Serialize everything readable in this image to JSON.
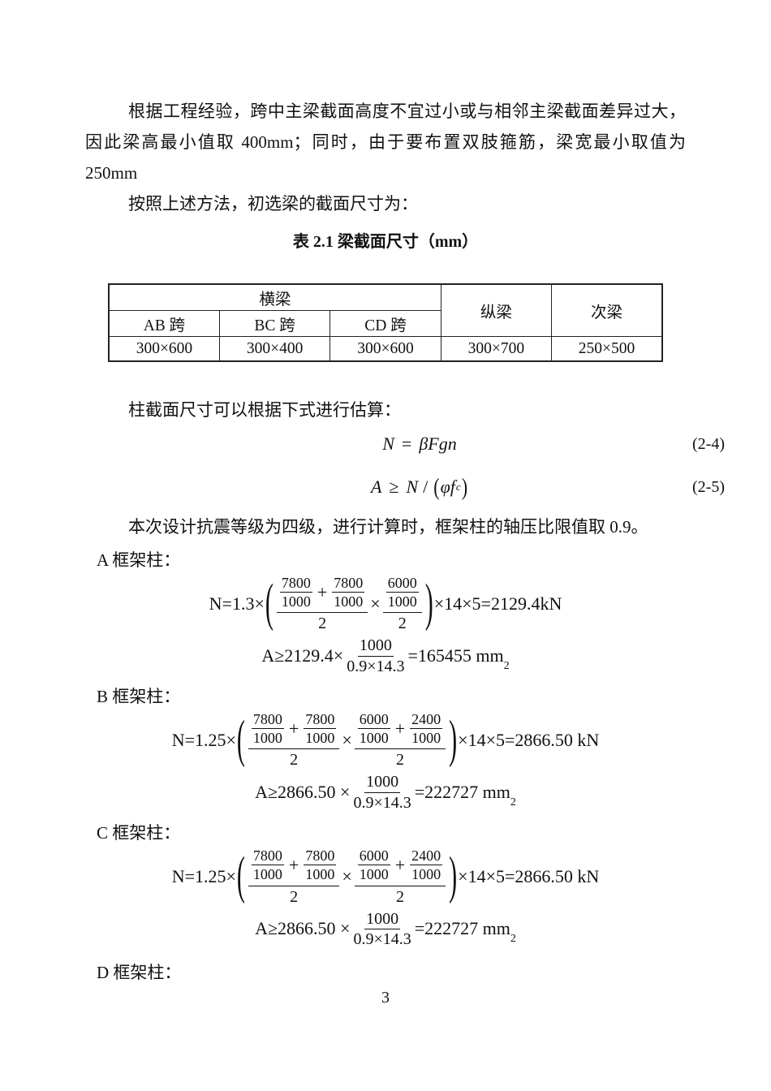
{
  "page": {
    "number": "3"
  },
  "symbols": {
    "lparen": "(",
    "rparen": ")"
  },
  "paragraphs": {
    "p1": "根据工程经验，跨中主梁截面高度不宜过小或与相邻主梁截面差异过大，因此梁高最小值取 400mm；同时，由于要布置双肢箍筋，梁宽最小取值为 250mm",
    "p2": "按照上述方法，初选梁的截面尺寸为：",
    "p3": "柱截面尺寸可以根据下式进行估算：",
    "p4": "本次设计抗震等级为四级，进行计算时，框架柱的轴压比限值取 0.9。"
  },
  "table": {
    "caption": "表 2.1 梁截面尺寸（mm）",
    "col_group_header": "横梁",
    "col_zong": "纵梁",
    "col_ci": "次梁",
    "spans": [
      "AB 跨",
      "BC 跨",
      "CD 跨"
    ],
    "values": [
      "300×600",
      "300×400",
      "300×600",
      "300×700",
      "250×500"
    ]
  },
  "equations": {
    "eq24": {
      "lhs": "N",
      "op": "=",
      "rhs": "βFgn",
      "num": "(2-4)"
    },
    "eq25": {
      "a": "A",
      "geq": "≥",
      "n": "N",
      "slash": "/",
      "phif": "φf",
      "sub": "c",
      "num": "(2-5)"
    }
  },
  "columns": {
    "a": {
      "label": "A 框架柱：",
      "n_prefix": "N=1.3×",
      "f1_n1_num": "7800",
      "f1_n1_den": "1000",
      "f1_plus": "+",
      "f1_n2_num": "7800",
      "f1_n2_den": "1000",
      "f1_den": "2",
      "mult": "×",
      "f2_n1_num": "6000",
      "f2_n1_den": "1000",
      "f2_den": "2",
      "n_suffix": "×14×5=2129.4kN",
      "a_prefix": "A≥2129.4×",
      "a_frac_num": "1000",
      "a_frac_den": "0.9×14.3",
      "a_result": "=165455 mm",
      "a_unit_sub": "2"
    },
    "b": {
      "label": "B 框架柱：",
      "n_prefix": "N=1.25×",
      "f1_n1_num": "7800",
      "f1_n1_den": "1000",
      "f1_plus": "+",
      "f1_n2_num": "7800",
      "f1_n2_den": "1000",
      "f1_den": "2",
      "mult": "×",
      "f2_n1_num": "6000",
      "f2_n1_den": "1000",
      "f2_plus": "+",
      "f2_n2_num": "2400",
      "f2_n2_den": "1000",
      "f2_den": "2",
      "n_suffix": "×14×5=2866.50 kN",
      "a_prefix": "A≥2866.50 ×",
      "a_frac_num": "1000",
      "a_frac_den": "0.9×14.3",
      "a_result": "=222727 mm",
      "a_unit_sub": "2"
    },
    "c": {
      "label": "C 框架柱：",
      "n_prefix": "N=1.25×",
      "f1_n1_num": "7800",
      "f1_n1_den": "1000",
      "f1_plus": "+",
      "f1_n2_num": "7800",
      "f1_n2_den": "1000",
      "f1_den": "2",
      "mult": "×",
      "f2_n1_num": "6000",
      "f2_n1_den": "1000",
      "f2_plus": "+",
      "f2_n2_num": "2400",
      "f2_n2_den": "1000",
      "f2_den": "2",
      "n_suffix": "×14×5=2866.50 kN",
      "a_prefix": "A≥2866.50 ×",
      "a_frac_num": "1000",
      "a_frac_den": "0.9×14.3",
      "a_result": "=222727 mm",
      "a_unit_sub": "2"
    },
    "d": {
      "label": "D 框架柱："
    }
  }
}
